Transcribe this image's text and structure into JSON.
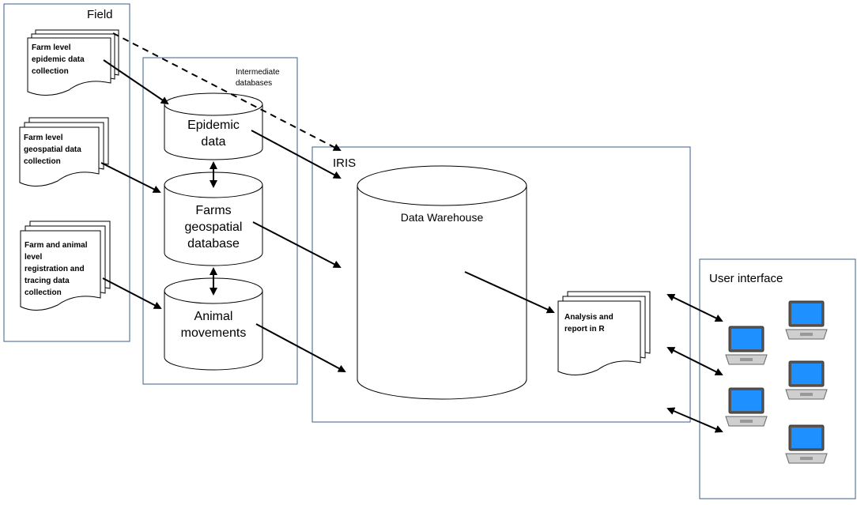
{
  "field": {
    "title": "Field",
    "docs": [
      "Farm level\nepidemic data\ncollection",
      "Farm level\ngeospatial data\ncollection",
      "Farm and animal\nlevel\nregistration and\ntracing data\ncollection"
    ]
  },
  "intermediate": {
    "title": "Intermediate\ndatabases",
    "databases": [
      "Epidemic\ndata",
      "Farms\ngeospatial\ndatabase",
      "Animal\nmovements"
    ]
  },
  "iris": {
    "title": "IRIS",
    "warehouse": "Data Warehouse",
    "report": "Analysis and\nreport in R"
  },
  "user_interface": {
    "title": "User interface"
  },
  "colors": {
    "box_border": "#3a5f8c",
    "arrow": "#000000",
    "laptop_screen": "#1e90ff"
  }
}
